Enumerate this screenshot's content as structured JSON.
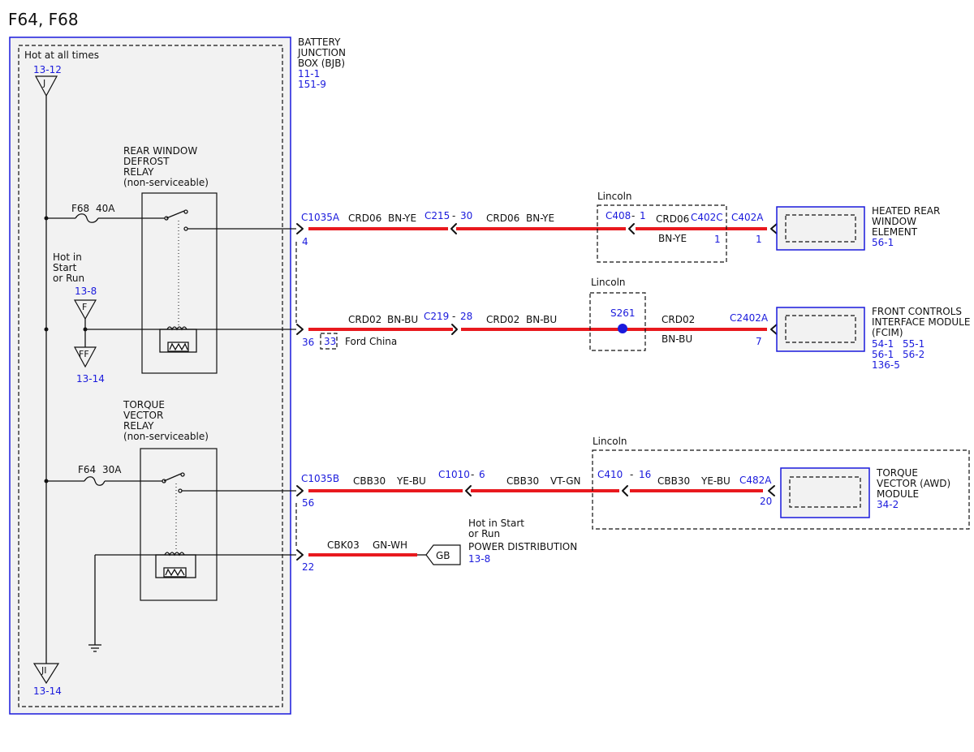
{
  "title": "F64, F68",
  "bjb": {
    "hot_label": "Hot at all times",
    "ref_top_terminal": "13-12",
    "ref_top_letter": "J",
    "ref_bottom_letter": "JI",
    "ref_bottom_terminal": "13-14",
    "name_lines": [
      "BATTERY",
      "JUNCTION",
      "BOX (BJB)"
    ],
    "refs": [
      "11-1",
      "151-9"
    ]
  },
  "relay1": {
    "lines": [
      "REAR WINDOW",
      "DEFROST",
      "RELAY",
      "(non-serviceable)"
    ],
    "fuse": "F68",
    "amps": "40A"
  },
  "relay2": {
    "lines": [
      "TORQUE",
      "VECTOR",
      "RELAY",
      "(non-serviceable)"
    ],
    "fuse": "F64",
    "amps": "30A"
  },
  "hot_run": {
    "lines": [
      "Hot in",
      "Start",
      "or Run"
    ],
    "ref_top": "13-8",
    "letter_top": "F",
    "letter_bottom": "FF",
    "ref_bottom": "13-14"
  },
  "circuit1": {
    "conn_bjb": "C1035A",
    "pin_bjb": "4",
    "seg1_circuit": "CRD06",
    "seg1_color": "BN-YE",
    "inline_conn": "C215",
    "inline_pin": "30",
    "seg2_circuit": "CRD06",
    "seg2_color": "BN-YE",
    "variant": "Lincoln",
    "c408": "C408",
    "c408_pin": "1",
    "seg3_circuit": "CRD06",
    "seg3_color": "BN-YE",
    "c402c": "C402C",
    "c402c_pin": "1",
    "c402a": "C402A",
    "c402a_pin": "1",
    "component_lines": [
      "HEATED REAR",
      "WINDOW",
      "ELEMENT"
    ],
    "component_ref": "56-1"
  },
  "circuit2": {
    "pin_bjb": "36",
    "alt_pin": "33",
    "alt_label": "Ford China",
    "seg1_circuit": "CRD02",
    "seg1_color": "BN-BU",
    "inline_conn": "C219",
    "inline_pin": "28",
    "seg2_circuit": "CRD02",
    "seg2_color": "BN-BU",
    "variant": "Lincoln",
    "splice": "S261",
    "seg3_circuit": "CRD02",
    "seg3_color": "BN-BU",
    "conn": "C2402A",
    "conn_pin": "7",
    "component_lines": [
      "FRONT CONTROLS",
      "INTERFACE MODULE",
      "(FCIM)"
    ],
    "component_refs": [
      "54-1",
      "55-1",
      "56-1",
      "56-2",
      "136-5"
    ]
  },
  "circuit3": {
    "conn_bjb": "C1035B",
    "pin_bjb": "56",
    "seg1_circuit": "CBB30",
    "seg1_color": "YE-BU",
    "inline_conn": "C1010",
    "inline_pin": "6",
    "seg2_circuit": "CBB30",
    "seg2_color": "VT-GN",
    "variant": "Lincoln",
    "c410": "C410",
    "c410_pin": "16",
    "seg3_circuit": "CBB30",
    "seg3_color": "YE-BU",
    "conn": "C482A",
    "conn_pin": "20",
    "component_lines": [
      "TORQUE",
      "VECTOR (AWD)",
      "MODULE"
    ],
    "component_ref": "34-2"
  },
  "circuit4": {
    "pin_bjb": "22",
    "circuit": "CBK03",
    "color": "GN-WH",
    "ground_letter": "GB",
    "note_lines": [
      "Hot in Start",
      "or Run",
      "POWER DISTRIBUTION"
    ],
    "note_ref": "13-8"
  },
  "colors": {
    "wire": "#e8191e",
    "reference": "#1a1adc",
    "box_fill": "#f2f2f2"
  }
}
